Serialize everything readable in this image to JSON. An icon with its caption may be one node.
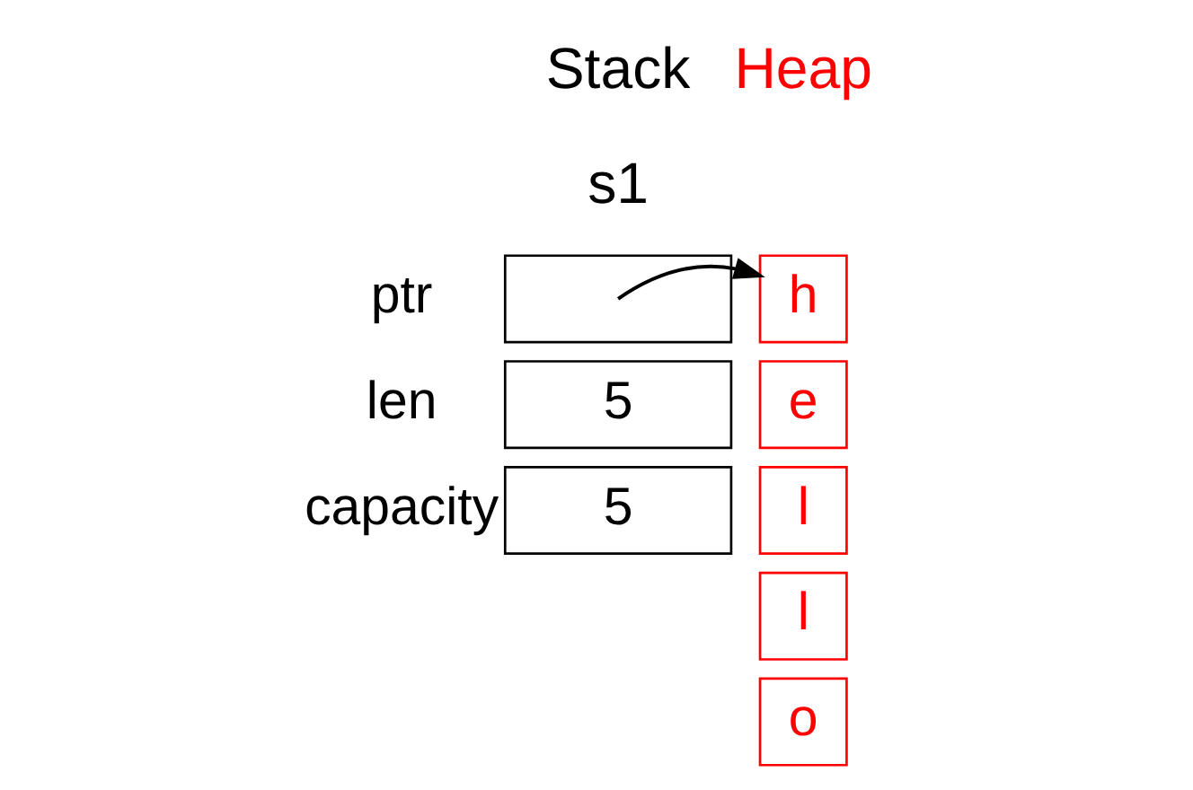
{
  "diagram": {
    "nodes": [
      {
        "text": [],
        "shape": "box",
        "beside": [
          "ptr"
        ]
      },
      {
        "text": [
          "5"
        ],
        "beside": [
          "len"
        ]
      },
      {
        "text": [
          "5"
        ],
        "beside": [
          "capacity"
        ]
      },
      {
        "text": [
          "h"
        ]
      },
      {
        "text": [
          "e"
        ]
      },
      {
        "text": [
          "l"
        ]
      },
      {
        "text": [
          "l"
        ]
      },
      {
        "text": [
          "o"
        ]
      }
    ],
    "edges": [
      {
        "from": 0,
        "to": 3,
        "arrow": "to"
      }
    ],
    "labels": [
      "Stack",
      "Heap",
      "s1"
    ]
  }
}
